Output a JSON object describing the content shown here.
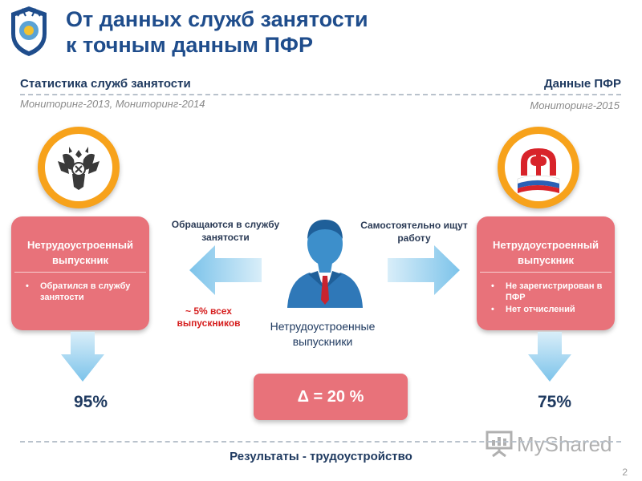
{
  "header": {
    "title_line1": "От данных служб занятости",
    "title_line2": "к точным данным ПФР"
  },
  "left_column": {
    "heading": "Статистика служб занятости",
    "subheading": "Мониторинг-2013, Мониторинг-2014",
    "card_title_line1": "Нетрудоустроенный",
    "card_title_line2": "выпускник",
    "card_items": [
      "Обратился в службу занятости"
    ],
    "arrow_label": "Обращаются в службу занятости",
    "share_note": "~ 5% всех выпускников",
    "result": "95%"
  },
  "right_column": {
    "heading": "Данные ПФР",
    "subheading": "Мониторинг-2015",
    "card_title_line1": "Нетрудоустроенный",
    "card_title_line2": "выпускник",
    "card_items": [
      "Не зарегистрирован в ПФР",
      "Нет отчислений"
    ],
    "arrow_label": "Самостоятельно ищут работу",
    "result": "75%"
  },
  "center": {
    "caption": "Нетрудоустроенные выпускники",
    "delta": "Δ = 20 %"
  },
  "footer": {
    "text": "Результаты - трудоустройство",
    "page_number": "2"
  },
  "watermark": {
    "text": "MyShared"
  },
  "icons": {
    "logo": "ministry-emblem-icon",
    "left_emblem": "double-headed-eagle-icon",
    "right_emblem": "pfr-logo-icon",
    "person": "businessman-icon"
  },
  "colors": {
    "title_blue": "#1f4d8c",
    "card_red": "#e8727a",
    "ring_orange": "#f7a21b",
    "arrow_blue": "#8ccbeb",
    "note_red": "#d62020"
  }
}
